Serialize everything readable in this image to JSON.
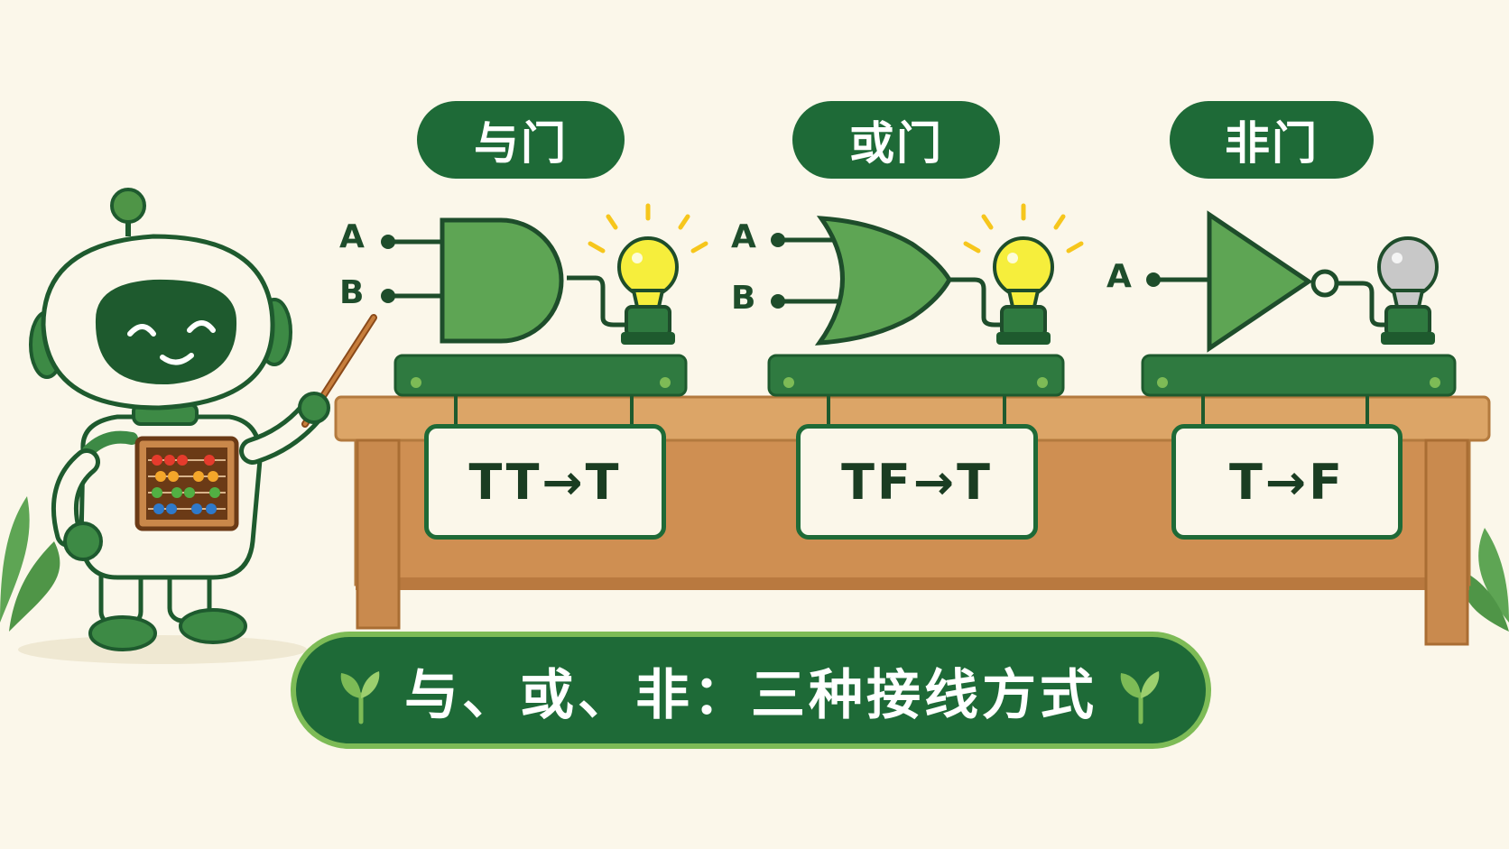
{
  "gates": [
    {
      "title": "与门",
      "inputs": [
        "A",
        "B"
      ],
      "truth": "TT→T",
      "bulb": "on"
    },
    {
      "title": "或门",
      "inputs": [
        "A",
        "B"
      ],
      "truth": "TF→T",
      "bulb": "on"
    },
    {
      "title": "非门",
      "inputs": [
        "A"
      ],
      "truth": "T→F",
      "bulb": "off"
    }
  ],
  "banner": {
    "text": "与、或、非：三种接线方式"
  },
  "colors": {
    "background": "#fbf7ea",
    "dark_green": "#1e6a37",
    "gate_green": "#5ea554",
    "light_green": "#7dbb56",
    "wood": "#d79a5c",
    "bulb_on": "#f6ee3c",
    "bulb_off": "#c8c8c8"
  }
}
